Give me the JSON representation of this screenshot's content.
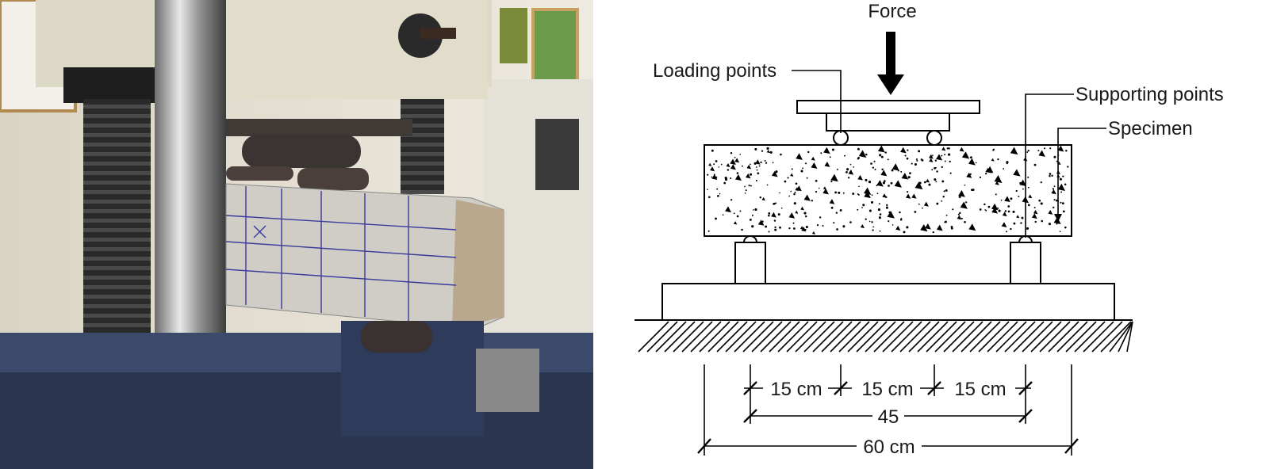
{
  "figure": {
    "panel_left": {
      "kind": "photograph",
      "subject": "beam specimen in flexural testing machine"
    },
    "panel_right": {
      "labels": {
        "force": "Force",
        "loading_points": "Loading points",
        "supporting_points": "Supporting points",
        "specimen": "Specimen"
      },
      "dimensions": {
        "seg_1": "15 cm",
        "seg_2": "15 cm",
        "seg_3": "15 cm",
        "span": "45",
        "total": "60 cm"
      }
    }
  }
}
